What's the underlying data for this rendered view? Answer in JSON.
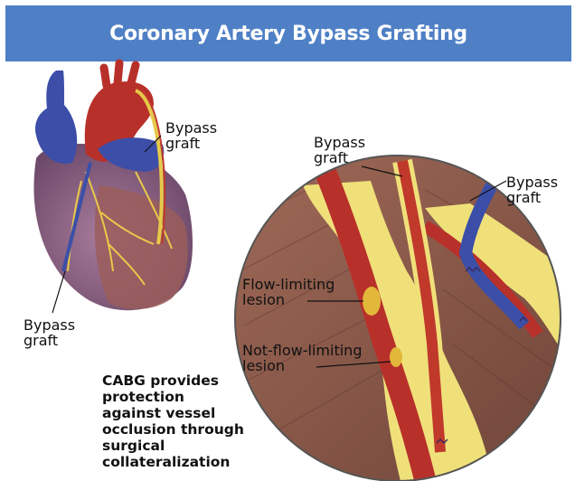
{
  "title": "Coronary Artery Bypass Grafting",
  "labels": {
    "heart_graft_top": "Bypass\ngraft",
    "heart_graft_left": "Bypass\ngraft",
    "circle_graft_top": "Bypass\ngraft",
    "circle_graft_right": "Bypass\ngraft",
    "flow_limiting": "Flow-limiting\nlesion",
    "not_flow_limiting": "Not-flow-limiting\nlesion"
  },
  "caption": "CABG provides\nprotection\nagainst vessel\nocclusion through\nsurgical\ncollateralization",
  "colors": {
    "header": "#4f80c6",
    "artery": "#b8302a",
    "vein": "#3b4fa8",
    "fat": "#f0e07a",
    "muscle": "#8a5a4a",
    "heart_lower": "#8e6a8a"
  }
}
